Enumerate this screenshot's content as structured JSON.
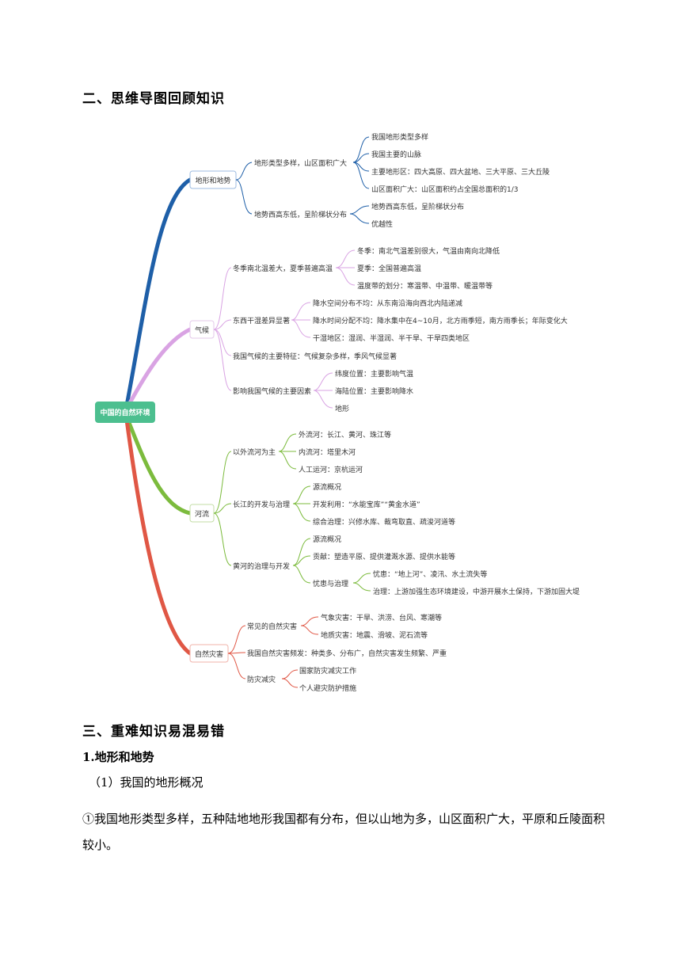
{
  "section2_title": "二、思维导图回顾知识",
  "mindmap": {
    "root": "中国的自然环境",
    "colors": {
      "root_fill": "#4cbf8f",
      "terrain": "#1e5fa8",
      "climate": "#d9a3e3",
      "river": "#7cbb3d",
      "disaster": "#e05745"
    },
    "labels": {
      "terrain": "地形和地势",
      "terrain_a": "地形类型多样，山区面积广大",
      "terrain_a1": "我国地形类型多样",
      "terrain_a2": "我国主要的山脉",
      "terrain_a3": "主要地形区：四大高原、四大盆地、三大平原、三大丘陵",
      "terrain_a4": "山区面积广大：山区面积约占全国总面积的1/3",
      "terrain_b": "地势西高东低，呈阶梯状分布",
      "terrain_b1": "地势西高东低，呈阶梯状分布",
      "terrain_b2": "优越性",
      "climate": "气候",
      "climate_a": "冬季南北温差大，夏季普遍高温",
      "climate_a1": "冬季：南北气温差别很大，气温由南向北降低",
      "climate_a2": "夏季：全国普遍高温",
      "climate_a3": "温度带的划分：寒温带、中温带、暖温带等",
      "climate_b": "东西干湿差异显著",
      "climate_b1": "降水空间分布不均：从东南沿海向西北内陆递减",
      "climate_b2": "降水时间分配不均：降水集中在4~10月，北方雨季短，南方雨季长；年际变化大",
      "climate_b3": "干湿地区：湿润、半湿润、半干旱、干旱四类地区",
      "climate_c": "我国气候的主要特征：气候复杂多样，季风气候显著",
      "climate_d": "影响我国气候的主要因素",
      "climate_d1": "纬度位置：主要影响气温",
      "climate_d2": "海陆位置：主要影响降水",
      "climate_d3": "地形",
      "river": "河流",
      "river_a": "以外流河为主",
      "river_a1": "外流河：长江、黄河、珠江等",
      "river_a2": "内流河：塔里木河",
      "river_a3": "人工运河：京杭运河",
      "river_b": "长江的开发与治理",
      "river_b1": "源流概况",
      "river_b2": "开发利用：“水能宝库”“黄金水道”",
      "river_b3": "综合治理：兴修水库、裁弯取直、疏浚河道等",
      "river_c": "黄河的治理与开发",
      "river_c1": "源流概况",
      "river_c2": "贡献：塑造平原、提供灌溉水源、提供水能等",
      "river_c3": "忧患与治理",
      "river_c3a": "忧患：“地上河”、凌汛、水土流失等",
      "river_c3b": "治理：上游加强生态环境建设，中游开展水土保持，下游加固大堤",
      "disaster": "自然灾害",
      "disaster_a": "常见的自然灾害",
      "disaster_a1": "气象灾害：干旱、洪涝、台风、寒潮等",
      "disaster_a2": "地质灾害：地震、滑坡、泥石流等",
      "disaster_b": "我国自然灾害频发：种类多、分布广，自然灾害发生频繁、严重",
      "disaster_c": "防灾减灾",
      "disaster_c1": "国家防灾减灾工作",
      "disaster_c2": "个人避灾防护措施"
    }
  },
  "section3_title": "三、重难知识易混易错",
  "sub1_title": "1.地形和地势",
  "sub1_item": "（1）我国的地形概况",
  "sub1_para": "①我国地形类型多样，五种陆地地形我国都有分布，但以山地为多，山区面积广大，平原和丘陵面积较小。"
}
